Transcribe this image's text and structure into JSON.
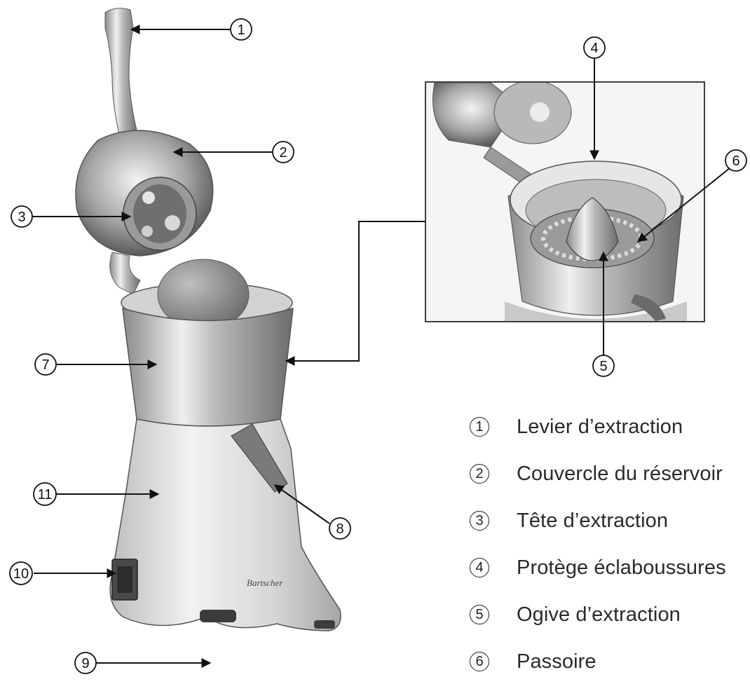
{
  "callouts": [
    "1",
    "2",
    "3",
    "4",
    "5",
    "6",
    "7",
    "8",
    "9",
    "10",
    "11"
  ],
  "legend": [
    {
      "num": "1",
      "label": "Levier d’extraction"
    },
    {
      "num": "2",
      "label": "Couvercle du réservoir"
    },
    {
      "num": "3",
      "label": "Tête d’extraction"
    },
    {
      "num": "4",
      "label": "Protège éclaboussures"
    },
    {
      "num": "5",
      "label": "Ogive d’extraction"
    },
    {
      "num": "6",
      "label": "Passoire"
    }
  ],
  "device": {
    "brand": "Bartscher"
  },
  "colors": {
    "line": "#111111",
    "steel_light": "#e6e6e6",
    "steel_dark": "#7a7a7a",
    "body": "#dcdcdc"
  }
}
